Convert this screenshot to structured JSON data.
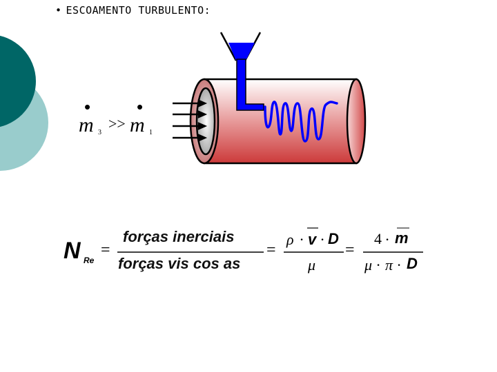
{
  "slide": {
    "bullet_symbol": "•",
    "title": "ESCOAMENTO TURBULENTO:"
  },
  "mass_relation": {
    "left_var": "m",
    "left_sub": "3",
    "operator": ">>",
    "right_var": "m",
    "right_sub": "1",
    "dot": "•"
  },
  "formula": {
    "lhs_symbol": "N",
    "lhs_sub": "Re",
    "equals": "=",
    "numerator_text": "forças  inerciais",
    "denominator_text": "forças  vis cos as",
    "mid_num_rho": "ρ",
    "mid_num_dot1": "·",
    "mid_num_v": "v",
    "mid_num_dot2": "·",
    "mid_num_D": "D",
    "mid_den": "μ",
    "right_num_4": "4",
    "right_num_dot": "·",
    "right_num_m": "m",
    "right_den_mu": "μ",
    "right_den_dot1": "·",
    "right_den_pi": "π",
    "right_den_dot2": "·",
    "right_den_D": "D"
  },
  "colors": {
    "teal_dark": "#006666",
    "teal_light": "#99cccc",
    "pipe_red": "#cc3333",
    "dye_blue": "#0000ff"
  }
}
